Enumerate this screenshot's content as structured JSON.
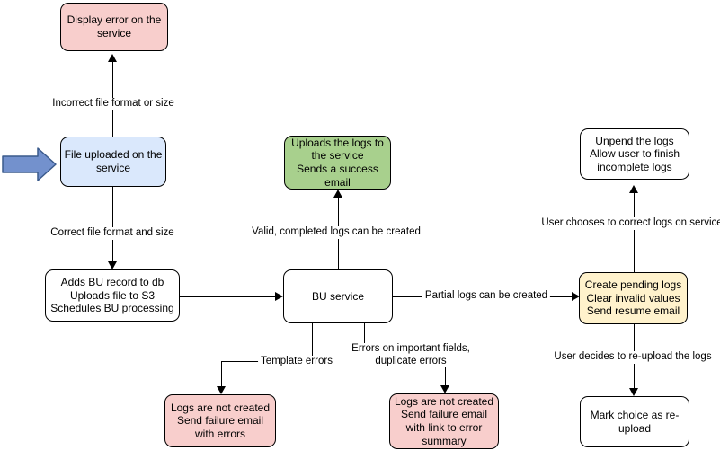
{
  "colors": {
    "pink-fill": "#F8CECC",
    "blue-fill": "#DAE8FC",
    "green-fill": "#A8D08D",
    "yellow-fill": "#FFF2CC",
    "white-fill": "#FFFFFF",
    "line": "#000000",
    "arrow-fill": "#7391CD",
    "arrow-stroke": "#3A5A8C"
  },
  "nodes": {
    "display_error": "Display error on the\nservice",
    "file_uploaded": "File uploaded on the\nservice",
    "adds_bu_record": "Adds BU record to db\nUploads file to S3\nSchedules BU processing",
    "uploads_success": "Uploads the logs to\nthe service\nSends a success\nemail",
    "bu_service": "BU service",
    "create_pending": "Create pending logs\nClear invalid values\nSend resume email",
    "unpend_logs": "Unpend the logs\nAllow user to finish\nincomplete logs",
    "mark_reupload": "Mark choice as re-\nupload",
    "fail_template": "Logs are not created\nSend failure email\nwith errors",
    "fail_summary": "Logs are not created\nSend failure email\nwith link to error\nsummary"
  },
  "labels": {
    "incorrect": "Incorrect file format or size",
    "correct": "Correct file format and size",
    "valid": "Valid, completed logs can be created",
    "partial": "Partial logs can be created",
    "template": "Template errors",
    "important_errors": "Errors on important fields,\nduplicate errors",
    "user_chooses": "User chooses to correct logs on service",
    "user_decides": "User decides to re-upload the logs"
  }
}
